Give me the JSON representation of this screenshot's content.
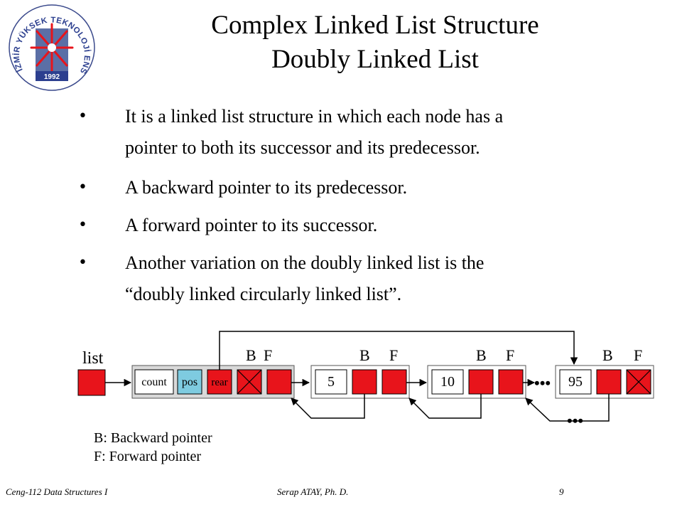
{
  "logo": {
    "arc_text": "İZMİR YÜKSEK TEKNOLOJİ ENSTİTÜSÜ",
    "year": "1992"
  },
  "title": {
    "line1": "Complex Linked List Structure",
    "line2": "Doubly Linked List"
  },
  "bullets": [
    {
      "symbol": "•",
      "lines": [
        "It is a linked list structure in which each node has a",
        "pointer to both its successor and its predecessor."
      ]
    },
    {
      "symbol": "•",
      "lines": [
        "A backward pointer to its predecessor."
      ]
    },
    {
      "symbol": "•",
      "lines": [
        "A forward pointer to its successor."
      ]
    },
    {
      "symbol": "•",
      "lines": [
        "Another variation on the doubly linked list is the",
        "“doubly linked circularly linked list”."
      ]
    }
  ],
  "diagram": {
    "list_label": "list",
    "head": {
      "fields": [
        "count",
        "pos",
        "rear"
      ],
      "b_label": "B",
      "f_label": "F"
    },
    "nodes": [
      {
        "value": "5",
        "b_label": "B",
        "f_label": "F"
      },
      {
        "value": "10",
        "b_label": "B",
        "f_label": "F"
      },
      {
        "value": "95",
        "b_label": "B",
        "f_label": "F"
      }
    ],
    "ellipsis": "•••",
    "legend": [
      "B:  Backward pointer",
      "F:  Forward pointer"
    ],
    "colors": {
      "pointer": "#e8141b",
      "pos": "#7ecbe0",
      "head_bg": "#d9d9d9"
    }
  },
  "footer": {
    "course": "Ceng-112 Data Structures I",
    "author": "Serap ATAY, Ph. D.",
    "page": "9"
  }
}
